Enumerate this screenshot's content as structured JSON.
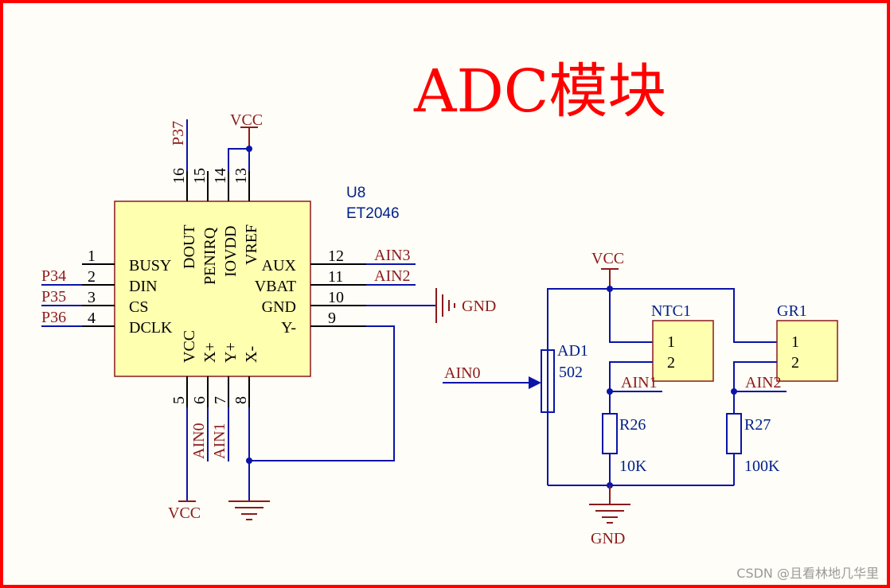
{
  "title": "ADC模块",
  "watermark": "CSDN @且看林地几华里",
  "colors": {
    "border": "#ff0000",
    "wire": "#0a14a8",
    "label": "#8b1a1a",
    "part": "#00208a",
    "chip_fill": "#ffffb0",
    "text": "#000000"
  },
  "chip": {
    "designator": "U8",
    "part": "ET2046",
    "left_pins": [
      {
        "number": "1",
        "name": "BUSY",
        "net": ""
      },
      {
        "number": "2",
        "name": "DIN",
        "net": "P34"
      },
      {
        "number": "3",
        "name": "CS",
        "net": "P35"
      },
      {
        "number": "4",
        "name": "DCLK",
        "net": "P36"
      }
    ],
    "top_pins": [
      {
        "number": "16",
        "name": "DOUT",
        "net": "P37"
      },
      {
        "number": "15",
        "name": "PENIRQ",
        "net": ""
      },
      {
        "number": "14",
        "name": "IOVDD",
        "net": ""
      },
      {
        "number": "13",
        "name": "VREF",
        "net": ""
      }
    ],
    "right_pins": [
      {
        "number": "12",
        "name": "AUX",
        "net": "AIN3"
      },
      {
        "number": "11",
        "name": "VBAT",
        "net": "AIN2"
      },
      {
        "number": "10",
        "name": "GND",
        "net": ""
      },
      {
        "number": "9",
        "name": "Y-",
        "net": ""
      }
    ],
    "bottom_pins": [
      {
        "number": "5",
        "name": "VCC",
        "net": ""
      },
      {
        "number": "6",
        "name": "X+",
        "net": "AIN0"
      },
      {
        "number": "7",
        "name": "Y+",
        "net": "AIN1"
      },
      {
        "number": "8",
        "name": "X-",
        "net": ""
      }
    ]
  },
  "power": {
    "vcc_top": "VCC",
    "vcc_bottom": "VCC",
    "gnd_right": "GND",
    "vcc_sensor": "VCC",
    "gnd_sensor": "GND"
  },
  "pot": {
    "designator": "AD1",
    "value": "502",
    "net": "AIN0"
  },
  "ntc": {
    "designator": "NTC1",
    "pin1": "1",
    "pin2": "2",
    "net": "AIN1"
  },
  "gr": {
    "designator": "GR1",
    "pin1": "1",
    "pin2": "2",
    "net": "AIN2"
  },
  "r26": {
    "designator": "R26",
    "value": "10K"
  },
  "r27": {
    "designator": "R27",
    "value": "100K"
  }
}
